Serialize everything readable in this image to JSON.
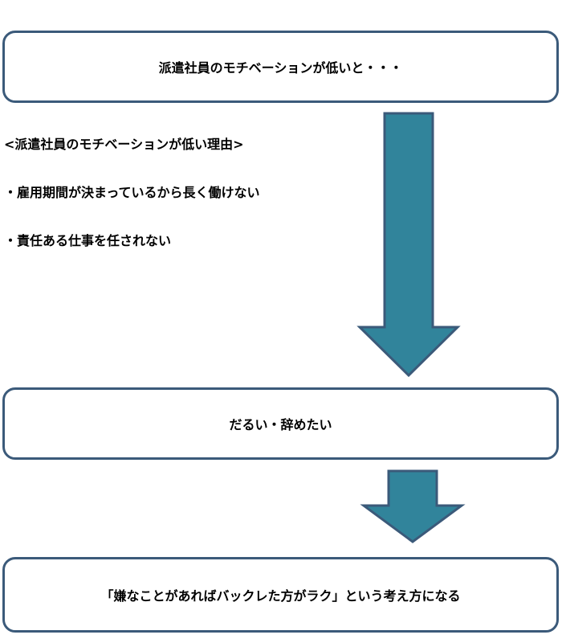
{
  "flow": {
    "top_box": "派遣社員のモチベーションが低いと・・・",
    "middle_box": "だるい・辞めたい",
    "bottom_box": "「嫌なことがあればバックレた方がラク」という考え方になる"
  },
  "reasons": {
    "title": "<派遣社員のモチベーションが低い理由>",
    "items": [
      "・雇用期間が決まっているから長く働けない",
      "・責任ある仕事を任されない"
    ]
  },
  "colors": {
    "box_border": "#3b5a7a",
    "arrow_fill": "#31849b",
    "arrow_stroke": "#3b5a7a"
  }
}
